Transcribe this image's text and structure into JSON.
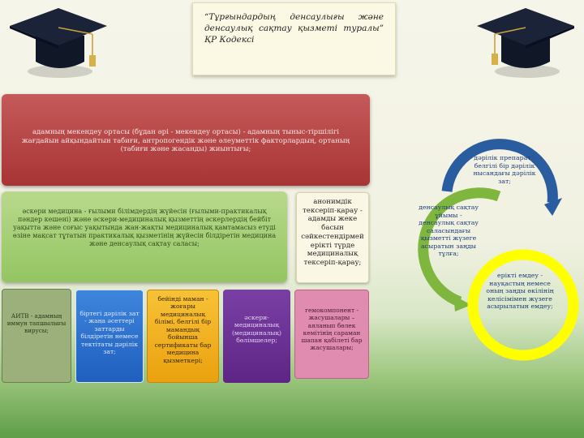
{
  "title": "“Тұрғындардың денсаулығы және денсаулық сақтау қызметі туралы” ҚР Кодексі",
  "boxes": {
    "red": "адамның мекендеу ортасы (бұдан әрі - мекендеу ортасы) - адамның тыныс-тіршілігі жағдайын айқындайтын табиғи, антропогендік және әлеуметтік факторлардың, ортаның (табиғи және жасанды) жиынтығы;",
    "green": "әскери медицина - ғылыми білімдердің жүйесін (ғылыми-практикалық пәндер кешені) және әскери-медициналық қызметтің әскерлердің бейбіт уақытта және соғыс уақытында жан-жақты медициналық қамтамасыз етуді өзіне мақсат тұтатын практикалық қызметінің жүйесін білдіретін медицина және денсаулық сақтау саласы;",
    "cream": "анонимдік тексеріп-қарау - адамды жеке басын сәйкестендірмей ерікті түрде медициналық тексеріп-қарау;",
    "dark_green": "АИТВ - адамның иммун тапшылығы вирусы;",
    "blue": "біртегі дәрілік зат - жаңа әсеттері заттарды білдіретін немесе тектітаты дәрілік зат;",
    "yellow": "бейінді маман - жоғары медициналық білімі, белгілі бір мамандық бойынша сертификаты бар медицина қызметкері;",
    "purple": "әскери-медициналық (медициналық) бөлімшелер;",
    "pink": "гемокомпонент - жасушалары – аяланып бөлек кемітінің сараман шапан қабілеті бар жасушалары;"
  },
  "cycle": {
    "item_1": "дәрілік препарат - белгілі бір дәрілік нысандағы дәрілік зат;",
    "item_2": "денсаулық сақтау ұйымы - денсаулық сақтау саласындағы қызметті жүзеге асыратын заңды тұлға;",
    "item_3": "ерікті емдеу - науқастың немесе оның заңды өкілінің келісімімен жүзеге асырылатын емдеу;"
  },
  "colors": {
    "red": "#b34545",
    "green": "#a4cd74",
    "blue": "#2c6ed0",
    "yellow": "#f2b224",
    "purple": "#6b3095",
    "pink": "#e08bb0",
    "cycle_blue": "#2a5d9f",
    "cycle_green": "#7fb63d",
    "cycle_yellow": "#ffff00"
  },
  "icons": [
    "graduation-cap-icon"
  ]
}
